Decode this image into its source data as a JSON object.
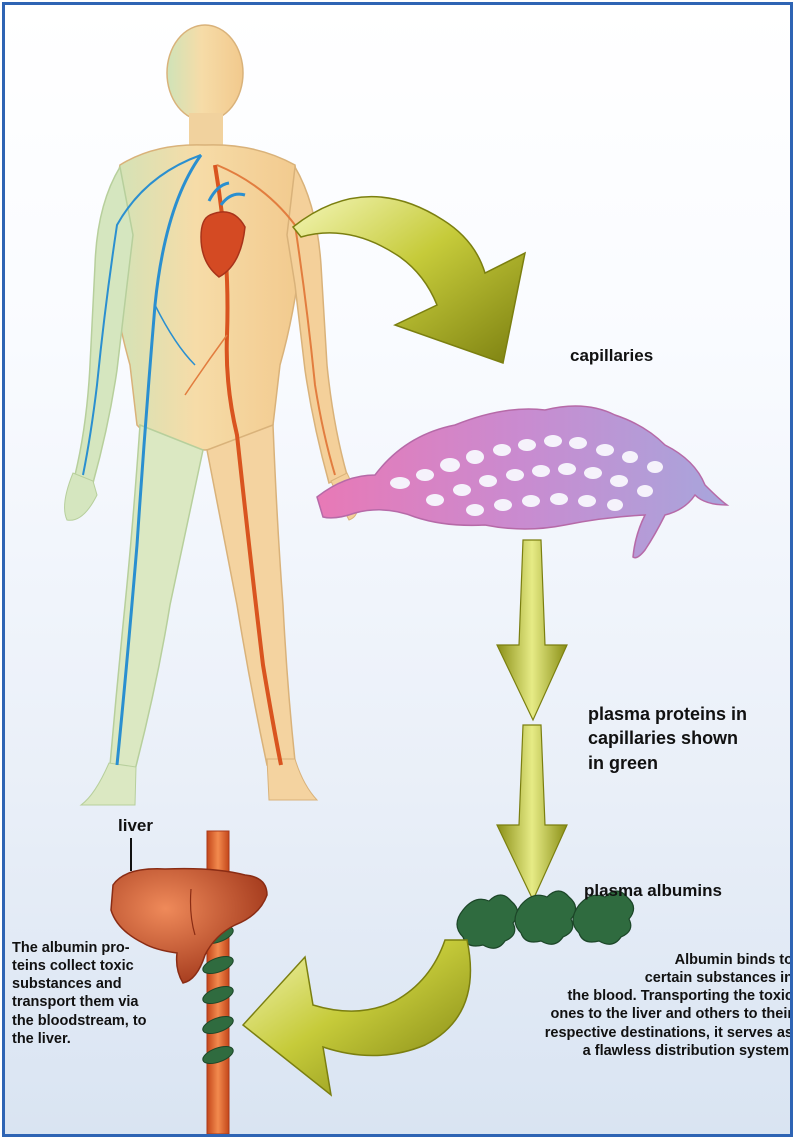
{
  "labels": {
    "capillaries": "capillaries",
    "plasma_proteins": "plasma proteins in\ncapillaries shown\nin green",
    "plasma_albumins": "plasma albumins",
    "liver": "liver",
    "left_caption": "The albumin pro-\nteins collect toxic\nsubstances and\ntransport them via\nthe bloodstream, to\nthe liver.",
    "right_caption": "Albumin binds to\ncertain substances in\nthe blood. Transporting the toxic\nones to the liver and others to their\nrespective destinations, it serves as\na flawless distribution system."
  },
  "colors": {
    "border": "#2e64b4",
    "arrow": "#b9be2a",
    "capillary_pink": "#e07ab7",
    "capillary_purple": "#a09ad8",
    "albumin": "#2f6b3f",
    "liver": "#c8502c",
    "vessel": "#e56a2a",
    "artery": "#d9541f",
    "vein": "#2a8fd0"
  }
}
